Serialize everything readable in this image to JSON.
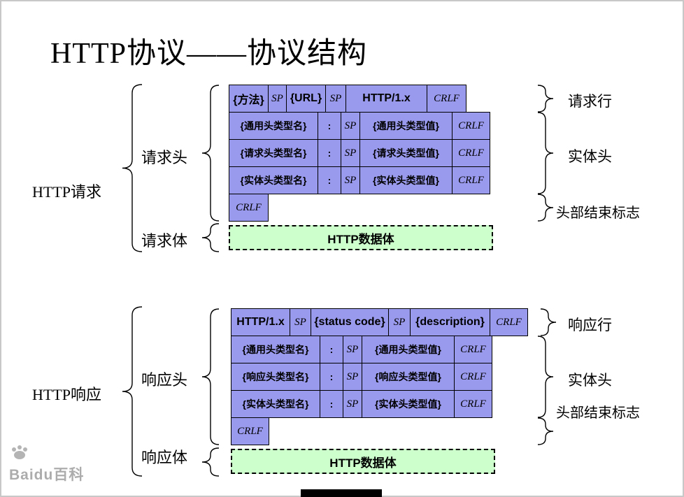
{
  "title": "HTTP协议——协议结构",
  "watermark": "Baidu百科",
  "colors": {
    "cell": "#9999ee",
    "body": "#ccffcc"
  },
  "request": {
    "group_label": "HTTP请求",
    "header_label": "请求头",
    "body_label": "请求体",
    "right": {
      "line": "请求行",
      "entity": "实体头",
      "end": "头部结束标志"
    },
    "row1": {
      "c0": "{方法}",
      "c1": "SP",
      "c2": "{URL}",
      "c3": "SP",
      "c4": "HTTP/1.x",
      "c5": "CRLF"
    },
    "row2": {
      "name": "{通用头类型名}",
      "colon": ":",
      "sp": "SP",
      "value": "{通用头类型值}",
      "crlf": "CRLF"
    },
    "row3": {
      "name": "{请求头类型名}",
      "colon": ":",
      "sp": "SP",
      "value": "{请求头类型值}",
      "crlf": "CRLF"
    },
    "row4": {
      "name": "{实体头类型名}",
      "colon": ":",
      "sp": "SP",
      "value": "{实体头类型值}",
      "crlf": "CRLF"
    },
    "crlf_row": "CRLF",
    "body": "HTTP数据体"
  },
  "response": {
    "group_label": "HTTP响应",
    "header_label": "响应头",
    "body_label": "响应体",
    "right": {
      "line": "响应行",
      "entity": "实体头",
      "end": "头部结束标志"
    },
    "row1": {
      "c0": "HTTP/1.x",
      "c1": "SP",
      "c2": "{status code}",
      "c3": "SP",
      "c4": "{description}",
      "c5": "CRLF"
    },
    "row2": {
      "name": "{通用头类型名}",
      "colon": ":",
      "sp": "SP",
      "value": "{通用头类型值}",
      "crlf": "CRLF"
    },
    "row3": {
      "name": "{响应头类型名}",
      "colon": ":",
      "sp": "SP",
      "value": "{响应头类型值}",
      "crlf": "CRLF"
    },
    "row4": {
      "name": "{实体头类型名}",
      "colon": ":",
      "sp": "SP",
      "value": "{实体头类型值}",
      "crlf": "CRLF"
    },
    "crlf_row": "CRLF",
    "body": "HTTP数据体"
  }
}
